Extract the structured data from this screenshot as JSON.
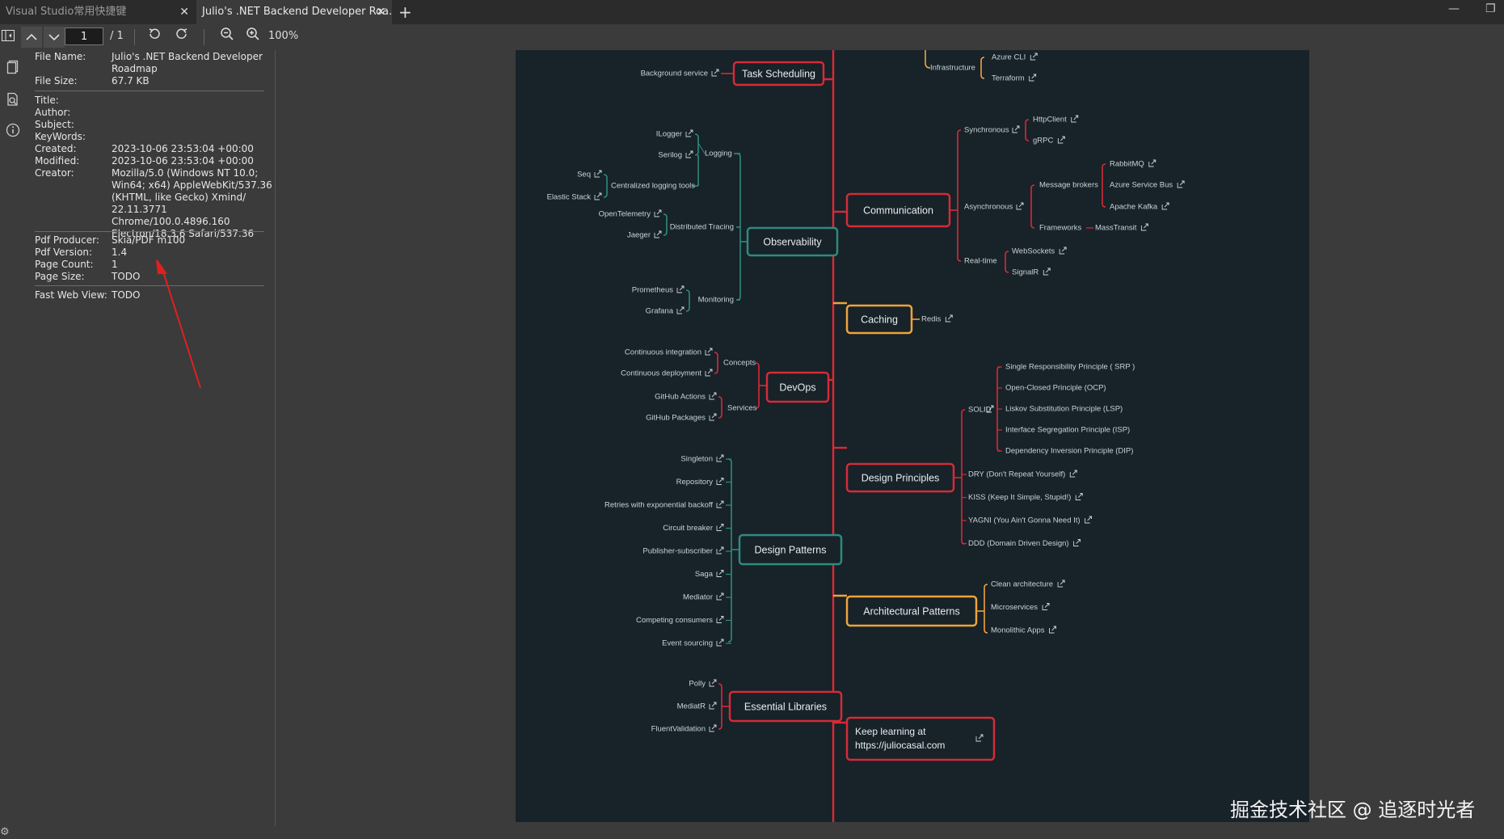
{
  "tabs": [
    {
      "title": "Visual Studio常用快捷键",
      "close": "✕"
    },
    {
      "title": "Julio's .NET Backend Developer Roa...",
      "close": "✕"
    }
  ],
  "new_tab": "+",
  "window_controls": {
    "minimize": "—",
    "restore": "❐"
  },
  "toolbar": {
    "page_current": "1",
    "page_total": "/ 1",
    "zoom": "100%"
  },
  "properties": {
    "group1": [
      {
        "label": "File Name:",
        "value": "Julio's .NET Backend Developer Roadmap"
      },
      {
        "label": "File Size:",
        "value": "67.7 KB"
      }
    ],
    "group2": [
      {
        "label": "Title:",
        "value": ""
      },
      {
        "label": "Author:",
        "value": ""
      },
      {
        "label": "Subject:",
        "value": ""
      },
      {
        "label": "KeyWords:",
        "value": ""
      },
      {
        "label": "Created:",
        "value": "2023-10-06 23:53:04 +00:00"
      },
      {
        "label": "Modified:",
        "value": "2023-10-06 23:53:04 +00:00"
      },
      {
        "label": "Creator:",
        "value": "Mozilla/5.0 (Windows NT 10.0; Win64; x64) AppleWebKit/537.36 (KHTML, like Gecko) Xmind/ 22.11.3771 Chrome/100.0.4896.160 Electron/18.3.6 Safari/537.36"
      }
    ],
    "group3": [
      {
        "label": "Pdf Producer:",
        "value": "Skia/PDF m100"
      },
      {
        "label": "Pdf Version:",
        "value": "1.4"
      },
      {
        "label": "Page Count:",
        "value": "1"
      },
      {
        "label": "Page Size:",
        "value": "TODO"
      }
    ],
    "group4": [
      {
        "label": "Fast Web View:",
        "value": "TODO"
      }
    ]
  },
  "mindmap": {
    "colors": {
      "red": "#d62b36",
      "teal": "#2f8a7e",
      "orange": "#f0a33a",
      "text": "#e9edf0",
      "leaf": "#c9d3d8"
    },
    "topics": {
      "task_scheduling": "Task Scheduling",
      "observability": "Observability",
      "devops": "DevOps",
      "design_patterns": "Design Patterns",
      "essential_libraries": "Essential Libraries",
      "communication": "Communication",
      "caching": "Caching",
      "design_principles": "Design Principles",
      "architectural_patterns": "Architectural Patterns",
      "keep_learning_1": "Keep learning at",
      "keep_learning_2": "https://juliocasal.com"
    },
    "left": {
      "background_service": "Background service",
      "logging": "Logging",
      "ilogger": "ILogger",
      "serilog": "Serilog",
      "centralized_logging": "Centralized logging tools",
      "seq": "Seq",
      "elastic_stack": "Elastic Stack",
      "distributed_tracing": "Distributed Tracing",
      "opentelemetry": "OpenTelemetry",
      "jaeger": "Jaeger",
      "monitoring": "Monitoring",
      "prometheus": "Prometheus",
      "grafana": "Grafana",
      "concepts": "Concepts",
      "continuous_integration": "Continuous integration",
      "continuous_deployment": "Continuous deployment",
      "services": "Services",
      "github_actions": "GitHub Actions",
      "github_packages": "GitHub Packages",
      "patterns": [
        "Singleton",
        "Repository",
        "Retries with exponential backoff",
        "Circuit breaker",
        "Publisher-subscriber",
        "Saga",
        "Mediator",
        "Competing consumers",
        "Event sourcing"
      ],
      "libraries": [
        "Polly",
        "MediatR",
        "FluentValidation"
      ]
    },
    "right": {
      "infrastructure": "Infrastructure",
      "azure_cli": "Azure CLI",
      "terraform": "Terraform",
      "synchronous": "Synchronous",
      "httpclient": "HttpClient",
      "grpc": "gRPC",
      "asynchronous": "Asynchronous",
      "message_brokers": "Message brokers",
      "rabbitmq": "RabbitMQ",
      "azure_service_bus": "Azure Service Bus",
      "apache_kafka": "Apache Kafka",
      "frameworks": "Frameworks",
      "masstransit": "MassTransit",
      "realtime": "Real-time",
      "websockets": "WebSockets",
      "signalr": "SignalR",
      "redis": "Redis",
      "solid": "SOLID",
      "solid_items": [
        "Single Responsibility Principle ( SRP )",
        "Open-Closed Principle (OCP)",
        "Liskov Substitution Principle (LSP)",
        "Interface Segregation Principle (ISP)",
        "Dependency Inversion Principle (DIP)"
      ],
      "principles": [
        "DRY (Don't Repeat Yourself)",
        "KISS (Keep It Simple, Stupid!)",
        "YAGNI (You Ain't Gonna Need It)",
        "DDD (Domain Driven Design)"
      ],
      "arch": [
        "Clean architecture",
        "Microservices",
        "Monolithic Apps"
      ]
    }
  },
  "watermark": "掘金技术社区 @ 追逐时光者"
}
